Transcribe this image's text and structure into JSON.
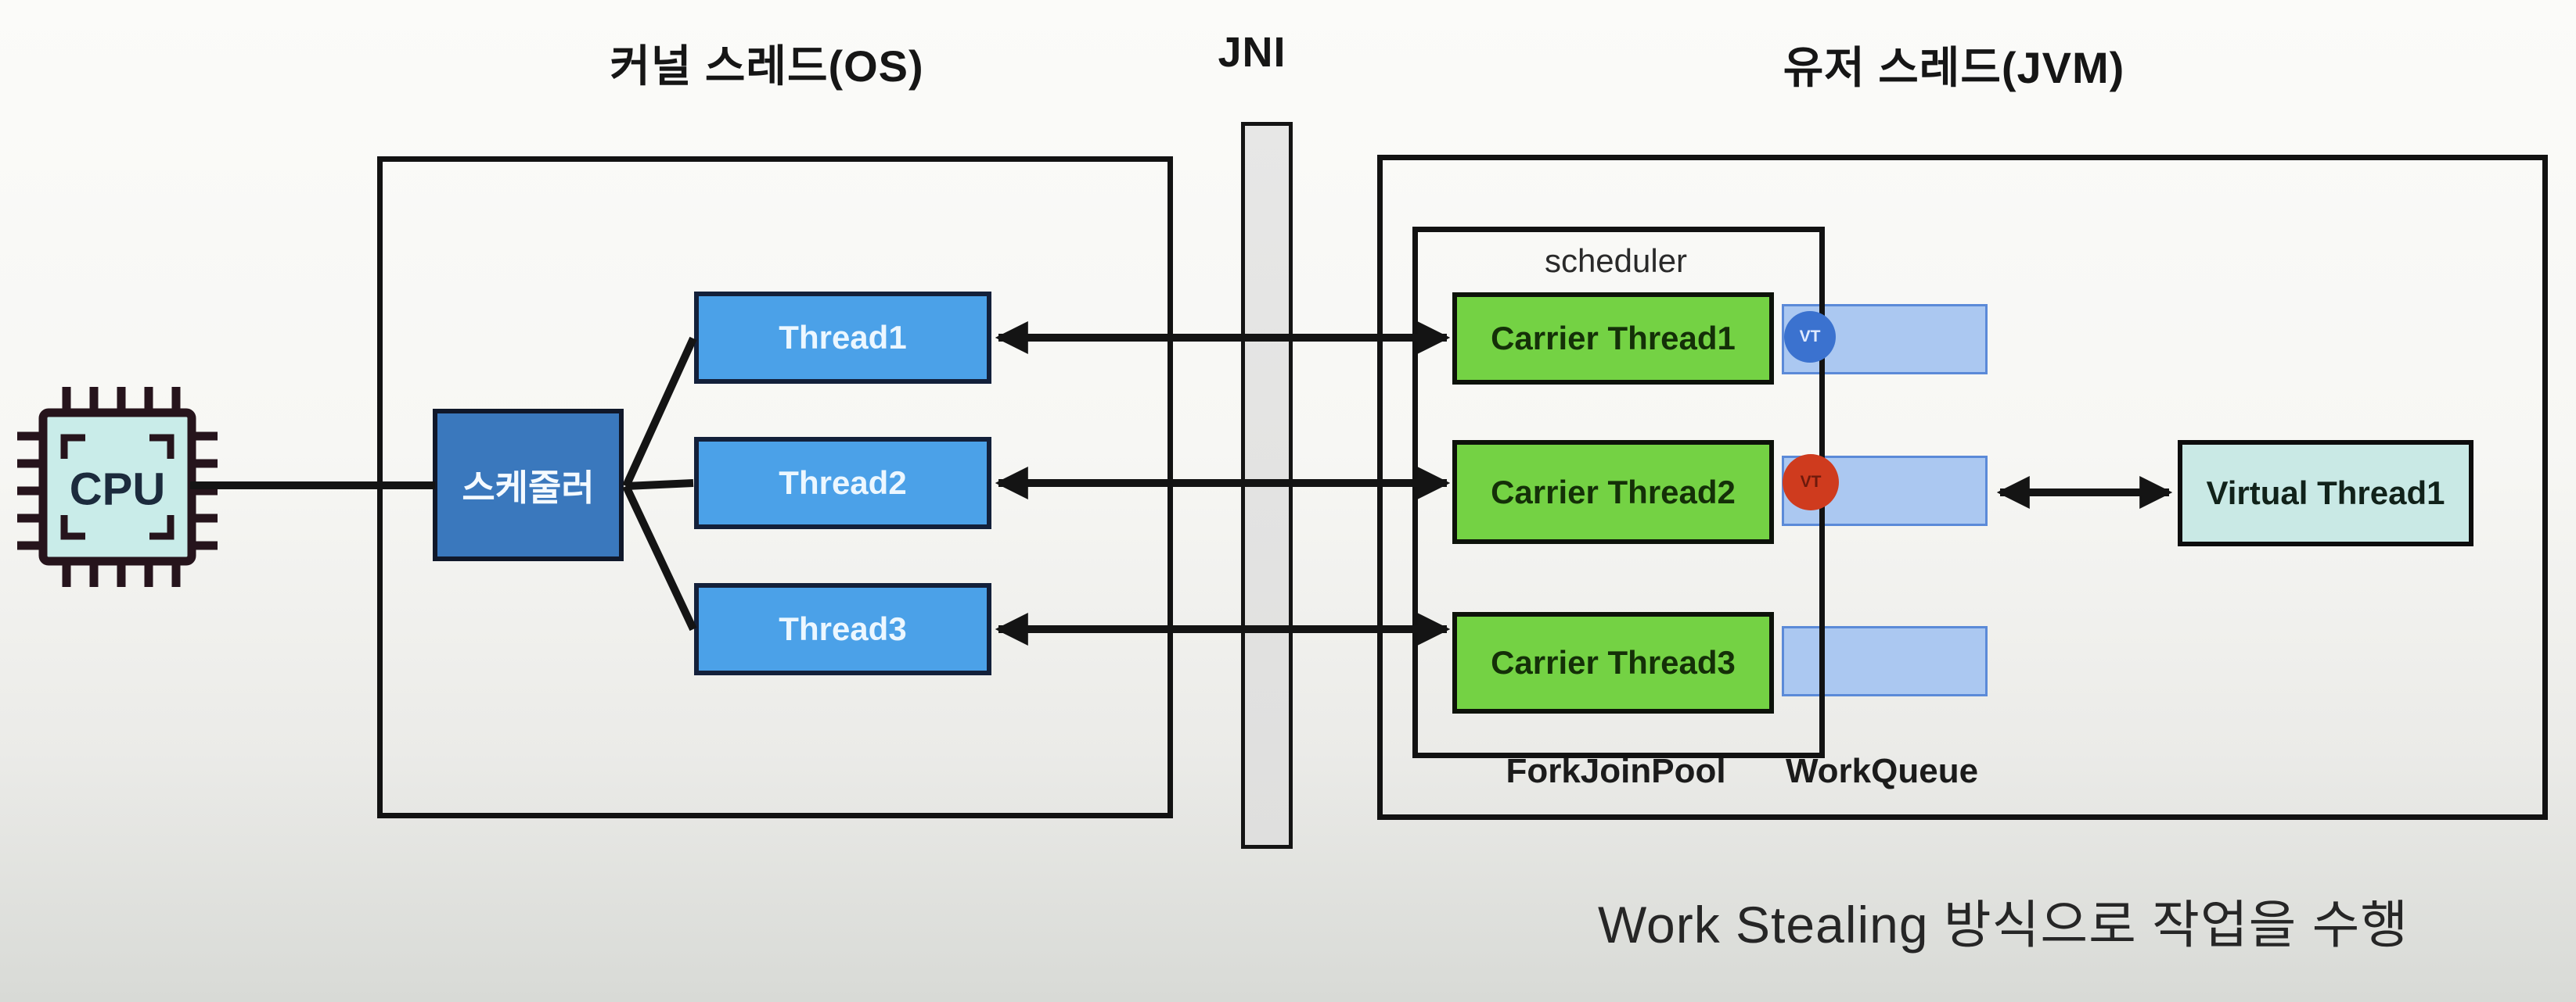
{
  "headers": {
    "kernel_os": "커널 스레드(OS)",
    "jni": "JNI",
    "user_jvm": "유저 스레드(JVM)"
  },
  "cpu": {
    "label": "CPU"
  },
  "kernel_side": {
    "scheduler_label": "스케줄러",
    "threads": [
      {
        "label": "Thread1"
      },
      {
        "label": "Thread2"
      },
      {
        "label": "Thread3"
      }
    ]
  },
  "jvm_side": {
    "scheduler_caption": "scheduler",
    "carrier_threads": [
      {
        "label": "Carrier Thread1"
      },
      {
        "label": "Carrier Thread2"
      },
      {
        "label": "Carrier Thread3"
      }
    ],
    "vt_badges": [
      {
        "label": "VT",
        "color": "#3b72cf",
        "position": "work-queue-1"
      },
      {
        "label": "VT",
        "color": "#cf3b1e",
        "position": "work-queue-2"
      }
    ],
    "virtual_thread_label": "Virtual Thread1",
    "forkjoinpool_label": "ForkJoinPool",
    "workqueue_label": "WorkQueue"
  },
  "caption": "Work Stealing 방식으로 작업을 수행",
  "colors": {
    "thread_box": "#4ba1e8",
    "scheduler_box": "#3a78bd",
    "carrier_box": "#74d244",
    "queue_fill": "#abc8f1",
    "queue_border": "#5b8ad8",
    "vt_blue": "#3b72cf",
    "vt_red": "#cf3b1e",
    "cpu_chip_fill": "#c9ece9",
    "virtual_thread_fill": "#c9e9e5",
    "jni_bar_fill": "#e3e3e2",
    "wire": "#141414"
  }
}
